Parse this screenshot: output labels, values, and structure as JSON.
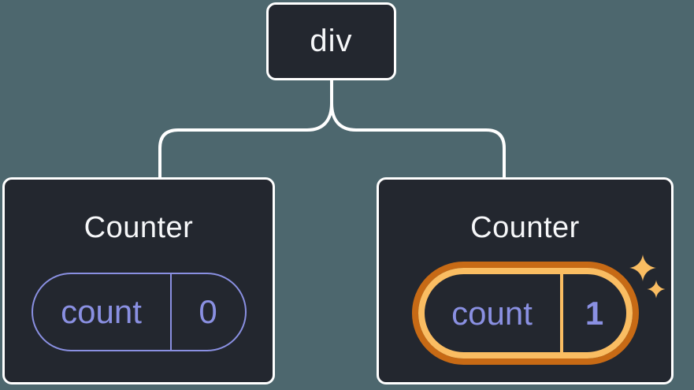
{
  "diagram": {
    "description": "component tree with two Counter children holding count state",
    "root_node": {
      "label": "div"
    },
    "children": [
      {
        "title": "Counter",
        "state_key": "count",
        "state_value": "0",
        "highlighted": false
      },
      {
        "title": "Counter",
        "state_key": "count",
        "state_value": "1",
        "highlighted": true
      }
    ],
    "colors": {
      "background": "#4D676E",
      "node_background": "#23272F",
      "node_border": "#FFFFFF",
      "connector": "#FFFFFF",
      "state_accent": "#8A90E2",
      "highlight_ring_outer": "#C76A15",
      "highlight_ring_inner": "#FABD62",
      "text": "#F6F7F9"
    },
    "icons": [
      {
        "name": "sparkles-icon"
      }
    ]
  }
}
